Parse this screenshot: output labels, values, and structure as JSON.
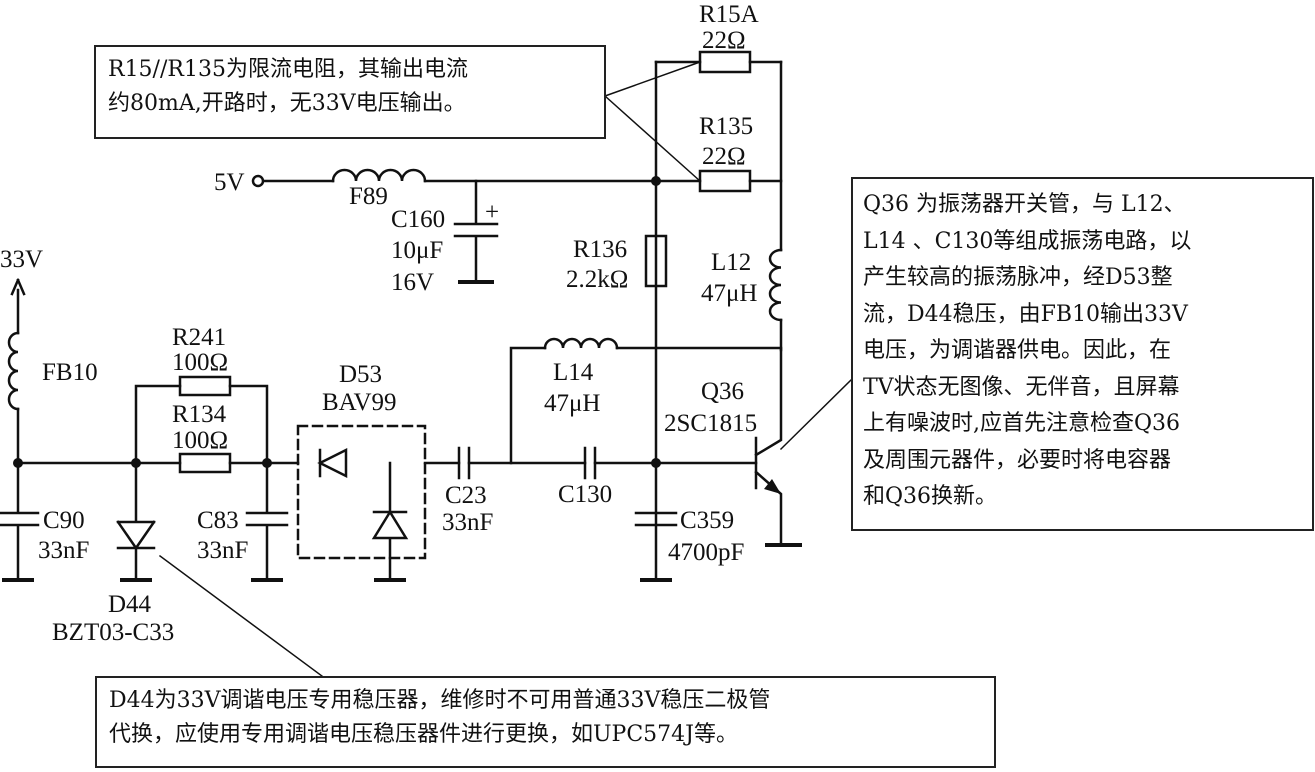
{
  "labels": {
    "r15a_name": "R15A",
    "r15a_value": "22Ω",
    "r135_name": "R135",
    "r135_value": "22Ω",
    "src_5v": "5V",
    "f89": "F89",
    "c160_name": "C160",
    "c160_value": "10μF",
    "c160_voltage": "16V",
    "r136_name": "R136",
    "r136_value": "2.2kΩ",
    "l12_name": "L12",
    "l12_value": "47μH",
    "out_33v": "33V",
    "fb10": "FB10",
    "r241_name": "R241",
    "r241_value": "100Ω",
    "r134_name": "R134",
    "r134_value": "100Ω",
    "d53_name": "D53",
    "d53_part": "BAV99",
    "l14_name": "L14",
    "l14_value": "47μH",
    "q36_name": "Q36",
    "q36_part": "2SC1815",
    "c90_name": "C90",
    "c90_value": "33nF",
    "c83_name": "C83",
    "c83_value": "33nF",
    "c23_name": "C23",
    "c23_value": "33nF",
    "c130_name": "C130",
    "c359_name": "C359",
    "c359_value": "4700pF",
    "d44_name": "D44",
    "d44_part": "BZT03-C33",
    "plus": "+"
  },
  "notes": {
    "top": [
      "R15//R135为限流电阻，其输出电流",
      "约80mA,开路时，无33V电压输出。"
    ],
    "right": [
      "Q36 为振荡器开关管，与 L12、",
      "L14 、C130等组成振荡电路，以",
      "产生较高的振荡脉冲，经D53整",
      "流，D44稳压，由FB10输出33V",
      "电压，为调谐器供电。因此，在",
      "TV状态无图像、无伴音，且屏幕",
      "上有噪波时,应首先注意检查Q36",
      "及周围元器件，必要时将电容器",
      "和Q36换新。"
    ],
    "bottom": [
      "D44为33V调谐电压专用稳压器，维修时不可用普通33V稳压二极管",
      "代换，应使用专用调谐电压稳压器件进行更换，如UPC574J等。"
    ]
  }
}
